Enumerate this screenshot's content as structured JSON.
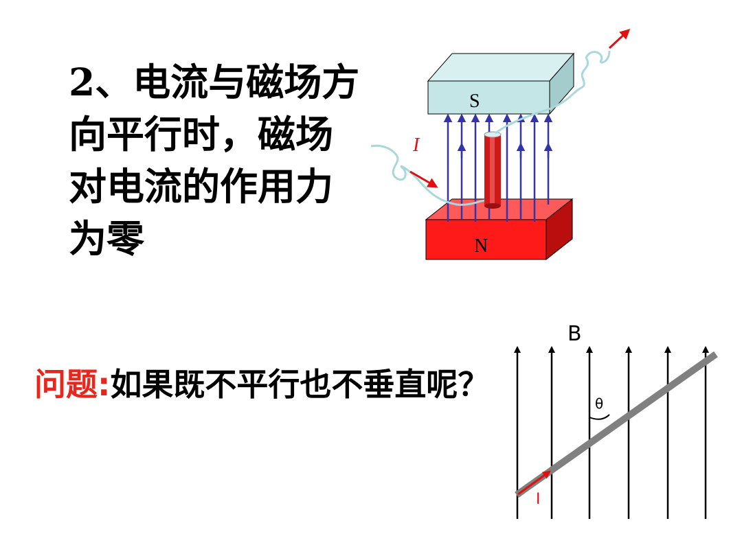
{
  "slide": {
    "heading": "2、电流与磁场方向平行时，磁场对电流的作用力为零",
    "question_label": "问题:",
    "question_text": "如果既不平行也不垂直呢？"
  },
  "magnet_diagram": {
    "south_label": "S",
    "north_label": "N",
    "current_label": "I",
    "colors": {
      "south_pole": "#c5e6e6",
      "north_pole": "#ff1a1a",
      "field_line": "#3333aa",
      "conductor": "#cc1a1a",
      "wire": "#a8d8dc",
      "current_arrow": "#e01010"
    }
  },
  "field_diagram": {
    "field_label": "B",
    "angle_label": "θ",
    "current_label": "I",
    "colors": {
      "field_line": "#000000",
      "conductor": "#808080",
      "current_arrow": "#e01010"
    }
  }
}
